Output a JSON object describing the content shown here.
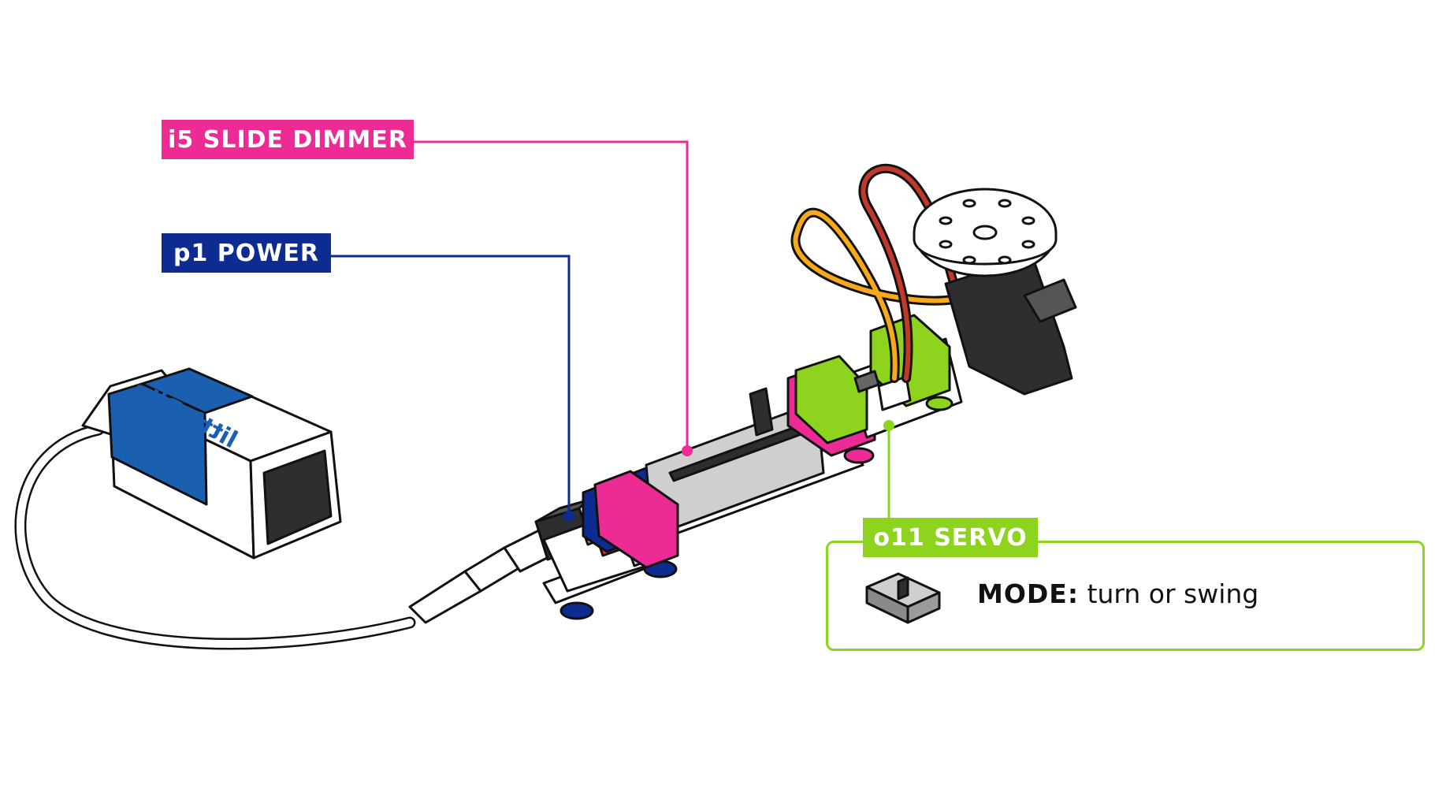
{
  "labels": {
    "dimmer": "i5 SLIDE DIMMER",
    "power": "p1 POWER",
    "servo": "o11 SERVO"
  },
  "mode": {
    "key": "MODE:",
    "value": " turn or swing"
  },
  "battery": {
    "brand": "littleBits"
  },
  "colors": {
    "pink": "#ec2c94",
    "blue": "#0d2b91",
    "green": "#8ed41e",
    "dark": "#2e2e2e"
  }
}
